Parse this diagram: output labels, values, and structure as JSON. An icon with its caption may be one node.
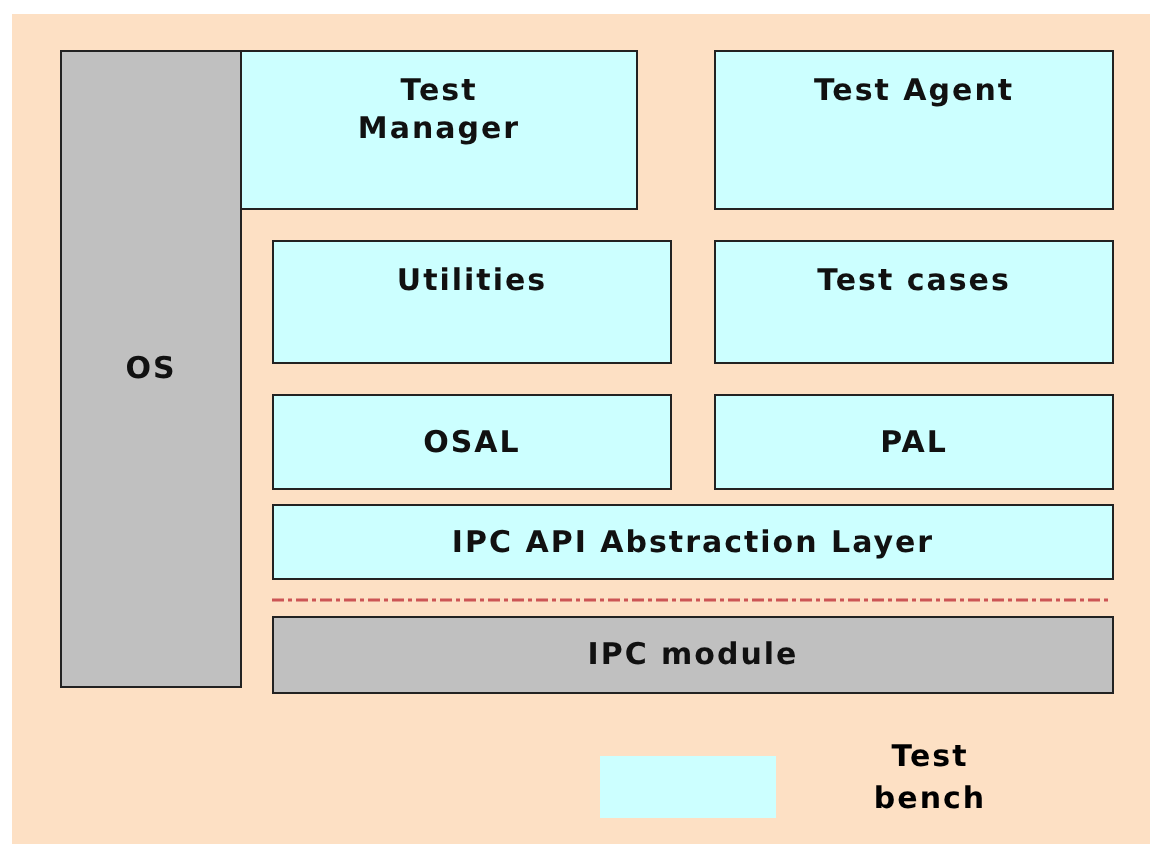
{
  "diagram": {
    "nodes": [
      {
        "text": [
          "OS"
        ]
      },
      {
        "text": [
          "Test Manager"
        ]
      },
      {
        "text": [
          "Test Agent"
        ]
      },
      {
        "text": [
          "Utilities"
        ]
      },
      {
        "text": [
          "Test cases"
        ]
      },
      {
        "text": [
          "OSAL"
        ]
      },
      {
        "text": [
          "PAL"
        ]
      },
      {
        "text": [
          "IPC API Abstraction Layer"
        ]
      },
      {
        "text": [
          "IPC module"
        ]
      }
    ],
    "legend": [
      {
        "text": "Test bench",
        "color": "#ccffff"
      }
    ]
  }
}
